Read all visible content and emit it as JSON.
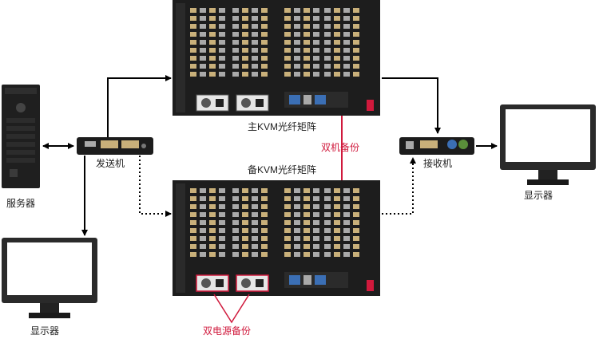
{
  "labels": {
    "server": "服务器",
    "transmitter": "发送机",
    "receiver": "接收机",
    "monitor_left": "显示器",
    "monitor_right": "显示器",
    "main_matrix": "主KVM光纤矩阵",
    "backup_matrix": "备KVM光纤矩阵",
    "dual_machine_backup": "双机备份",
    "dual_power_backup": "双电源备份"
  },
  "colors": {
    "device_body": "#1d1d1d",
    "port_gold": "#c9b07a",
    "port_silver": "#a9a9a9",
    "accent_red": "#d0193c",
    "connector_black": "#000000",
    "monitor_bezel": "#2a2a2a",
    "screen": "#ffffff"
  },
  "connections": [
    {
      "from": "server",
      "to": "transmitter",
      "style": "solid",
      "arrows": "both"
    },
    {
      "from": "transmitter",
      "to": "main_matrix",
      "style": "solid",
      "arrows": "end"
    },
    {
      "from": "transmitter",
      "to": "backup_matrix",
      "style": "dotted",
      "arrows": "end"
    },
    {
      "from": "transmitter",
      "to": "monitor_left",
      "style": "solid",
      "arrows": "end"
    },
    {
      "from": "main_matrix",
      "to": "receiver",
      "style": "solid",
      "arrows": "end"
    },
    {
      "from": "backup_matrix",
      "to": "receiver",
      "style": "dotted",
      "arrows": "end"
    },
    {
      "from": "receiver",
      "to": "monitor_right",
      "style": "solid",
      "arrows": "end"
    },
    {
      "from": "main_matrix",
      "to": "backup_matrix",
      "style": "red",
      "arrows": "none"
    }
  ]
}
